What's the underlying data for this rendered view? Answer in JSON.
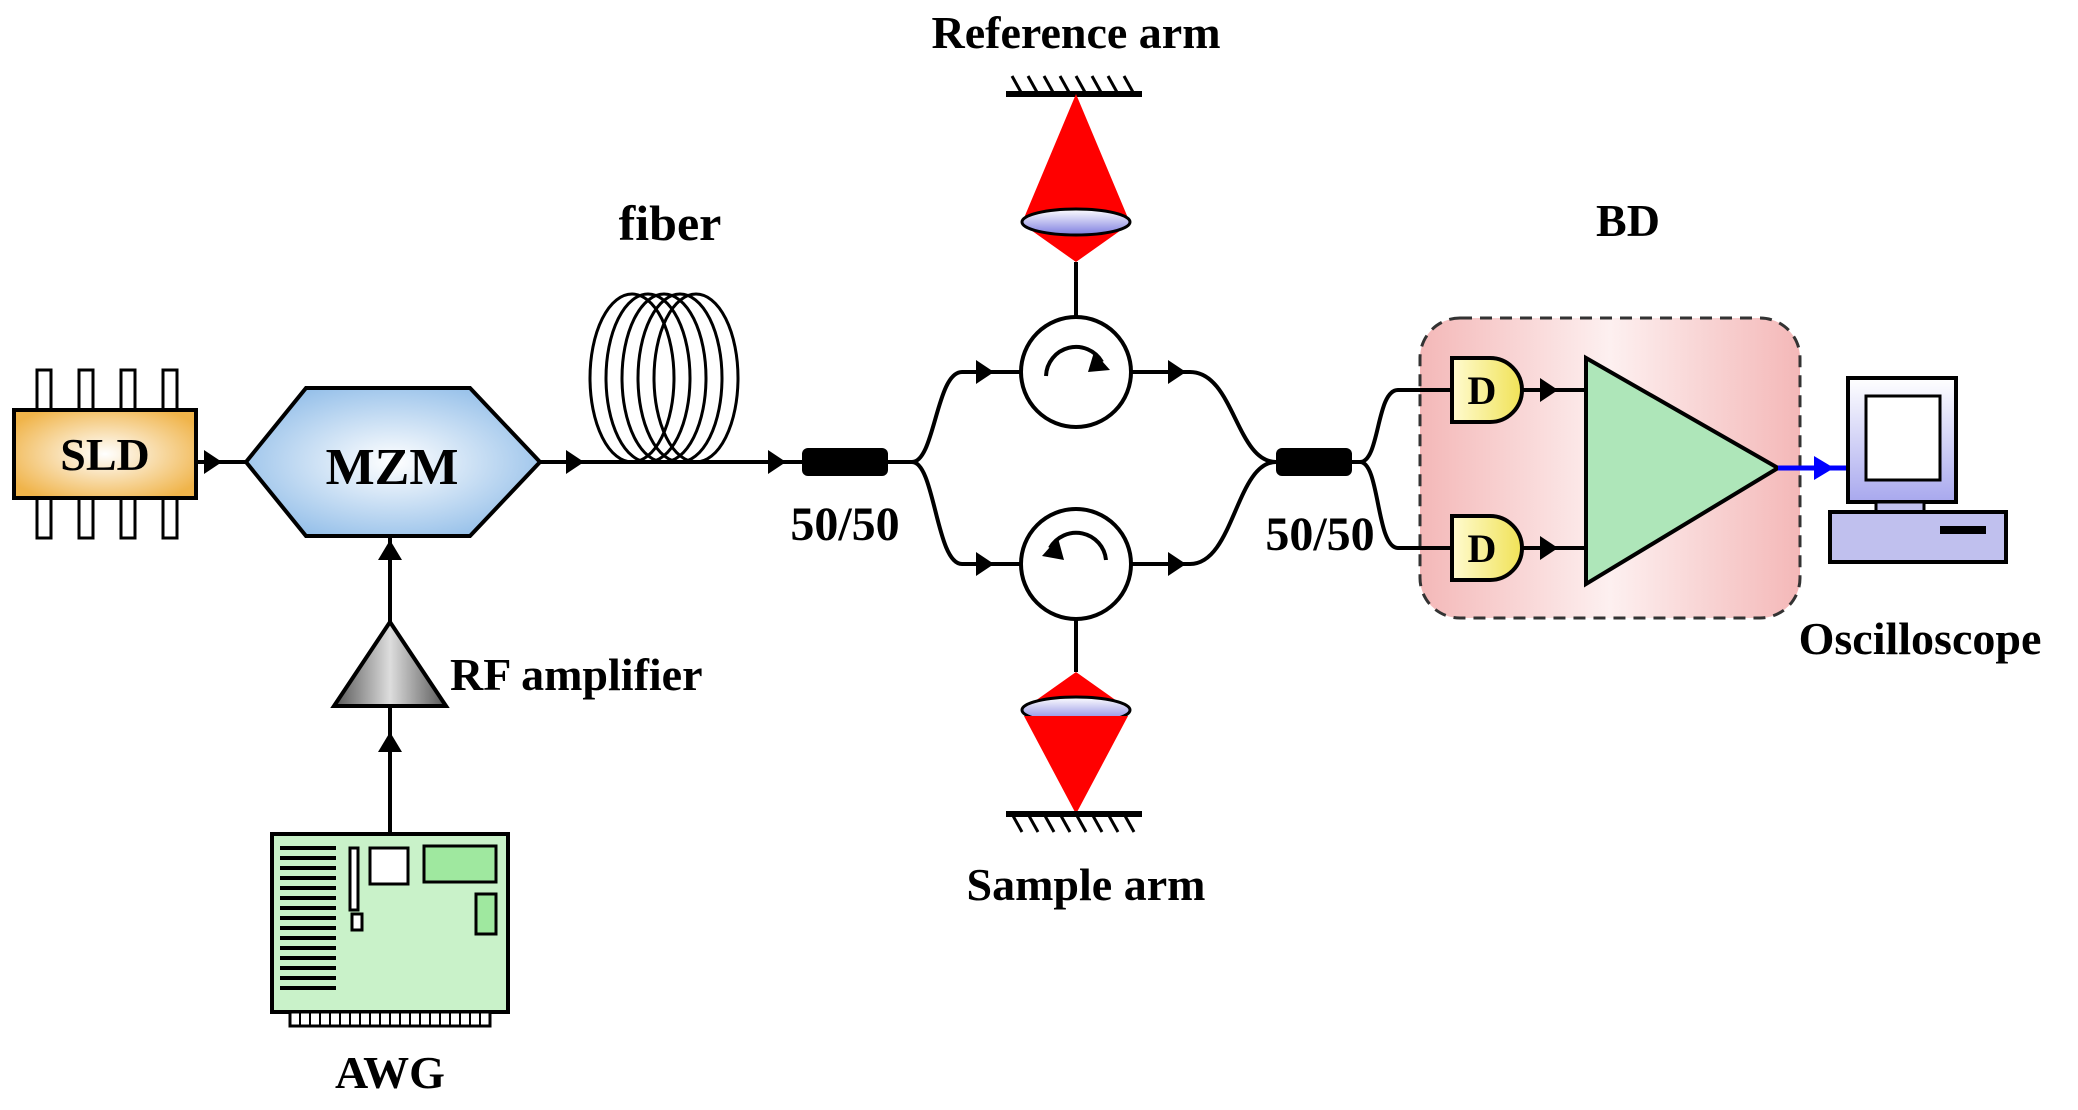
{
  "labels": {
    "sld": "SLD",
    "mzm": "MZM",
    "fiber": "fiber",
    "rf_amplifier": "RF amplifier",
    "awg": "AWG",
    "coupler_left": "50/50",
    "coupler_right": "50/50",
    "reference_arm": "Reference arm",
    "sample_arm": "Sample arm",
    "bd": "BD",
    "detector_top": "D",
    "detector_bottom": "D",
    "oscilloscope": "Oscilloscope"
  },
  "colors": {
    "sld_fill": "#f4c46e",
    "mzm_fill": "#a9cdee",
    "awg_fill": "#bfeec0",
    "beam": "#ff0000",
    "lens": "#8f8fe8",
    "detector": "#f7ef7a",
    "bd_box": "#f6c9c9",
    "amplifier": "#a9e7b7",
    "computer": "#b8b8f2",
    "signal": "#0000ff"
  }
}
